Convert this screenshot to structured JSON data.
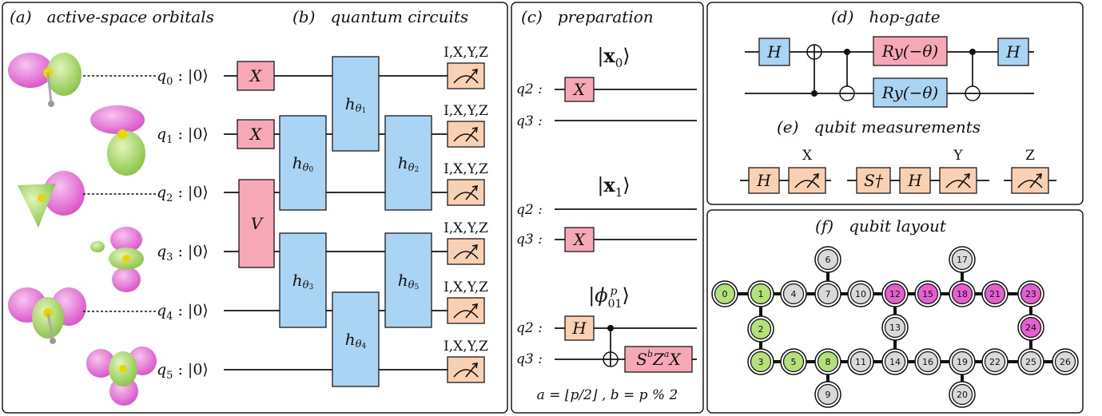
{
  "colors": {
    "red_gate": "#f6a8b6",
    "blue_gate": "#a9d4f3",
    "orange_gate": "#f9d0b2",
    "green_node": "#b4e07a",
    "pink_node": "#e55fcf",
    "gray_node": "#d9d9d9",
    "orbital_pink": "#e873d9",
    "orbital_green": "#a8d86a"
  },
  "panel_a": {
    "title": "(a)   active-space orbitals"
  },
  "panel_b": {
    "title": "(b)   quantum circuits",
    "qubits": [
      "q0",
      "q1",
      "q2",
      "q3",
      "q4",
      "q5"
    ],
    "init_state": "|0⟩",
    "gates": {
      "x": "X",
      "v": "V",
      "h0": "h",
      "h1": "h",
      "h2": "h",
      "h3": "h",
      "h4": "h",
      "h5": "h"
    },
    "hsub": {
      "h0": "θ0",
      "h1": "θ1",
      "h2": "θ2",
      "h3": "θ3",
      "h4": "θ4",
      "h5": "θ5"
    },
    "meas_label": "I,X,Y,Z"
  },
  "panel_c": {
    "title": "(c)   preparation",
    "x0": {
      "ket": "|x0⟩",
      "q2": "q2 :",
      "q3": "q3 :",
      "gate": "X"
    },
    "x1": {
      "ket": "|x1⟩",
      "q2": "q2 :",
      "q3": "q3 :",
      "gate": "X"
    },
    "phi": {
      "ket": "|φ01p⟩",
      "q2": "q2 :",
      "q3": "q3 :",
      "h": "H",
      "gate": "SbZaX"
    },
    "footnote": "a = ⌊p/2⌋ , b = p % 2"
  },
  "panel_d": {
    "title": "(d)   hop-gate",
    "h": "H",
    "ry": "Ry(−θ)"
  },
  "panel_e": {
    "title": "(e)   qubit measurements",
    "x": "X",
    "y": "Y",
    "z": "Z",
    "h": "H",
    "sdag": "S†"
  },
  "panel_f": {
    "title": "(f)   qubit layout",
    "nodes": [
      {
        "id": "0",
        "c": "green"
      },
      {
        "id": "1",
        "c": "green"
      },
      {
        "id": "2",
        "c": "green"
      },
      {
        "id": "3",
        "c": "green"
      },
      {
        "id": "4",
        "c": "gray"
      },
      {
        "id": "5",
        "c": "green"
      },
      {
        "id": "6",
        "c": "gray"
      },
      {
        "id": "7",
        "c": "gray"
      },
      {
        "id": "8",
        "c": "green"
      },
      {
        "id": "9",
        "c": "gray"
      },
      {
        "id": "10",
        "c": "gray"
      },
      {
        "id": "11",
        "c": "gray"
      },
      {
        "id": "12",
        "c": "pink"
      },
      {
        "id": "13",
        "c": "gray"
      },
      {
        "id": "14",
        "c": "gray"
      },
      {
        "id": "15",
        "c": "pink"
      },
      {
        "id": "16",
        "c": "gray"
      },
      {
        "id": "17",
        "c": "gray"
      },
      {
        "id": "18",
        "c": "pink"
      },
      {
        "id": "19",
        "c": "gray"
      },
      {
        "id": "20",
        "c": "gray"
      },
      {
        "id": "21",
        "c": "pink"
      },
      {
        "id": "22",
        "c": "gray"
      },
      {
        "id": "23",
        "c": "pink"
      },
      {
        "id": "24",
        "c": "pink"
      },
      {
        "id": "25",
        "c": "gray"
      },
      {
        "id": "26",
        "c": "gray"
      }
    ]
  }
}
